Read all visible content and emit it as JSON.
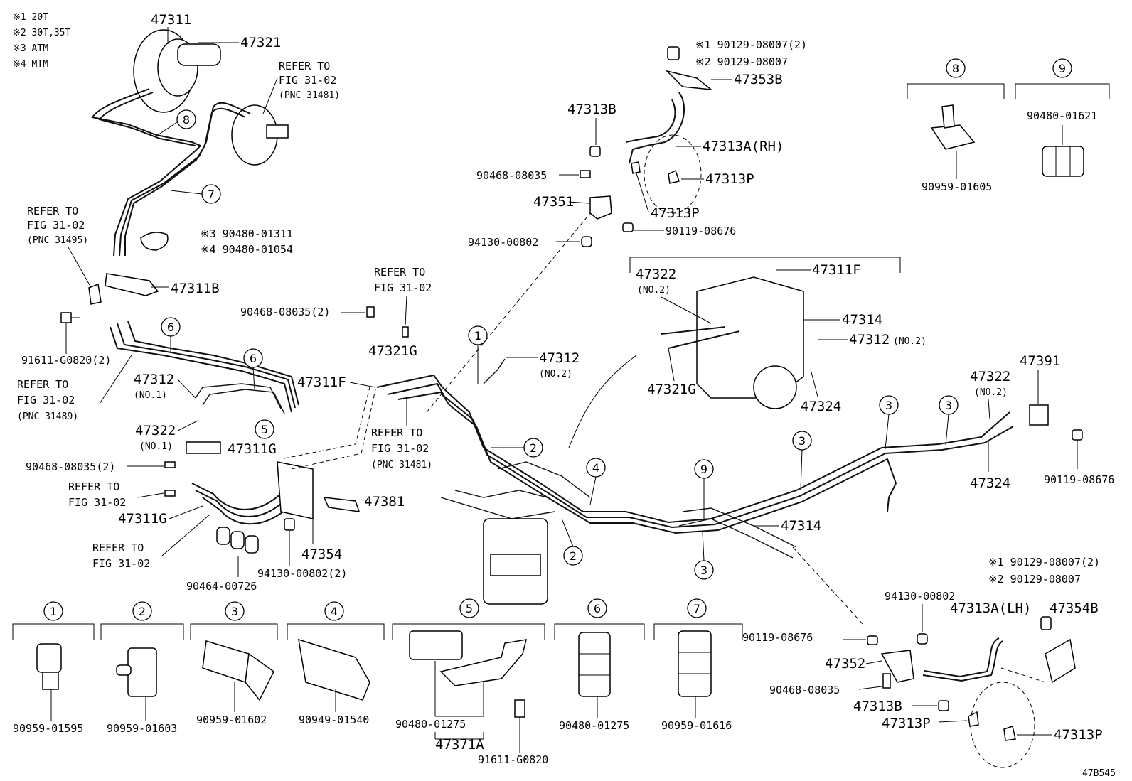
{
  "notes": [
    "※1 20T",
    "※2 30T,35T",
    "※3 ATM",
    "※4 MTM"
  ],
  "refer": {
    "top": [
      "REFER TO",
      "FIG 31-02",
      "(PNC 31481)"
    ],
    "left1": [
      "REFER TO",
      "FIG 31-02",
      "(PNC 31495)"
    ],
    "mid": [
      "REFER TO",
      "FIG 31-02"
    ],
    "left2": [
      "REFER TO",
      "FIG 31-02",
      "(PNC 31489)"
    ],
    "center": [
      "REFER TO",
      "FIG 31-02",
      "(PNC 31481)"
    ],
    "left3": [
      "REFER TO",
      "FIG 31-02"
    ],
    "left4": [
      "REFER TO",
      "FIG 31-02"
    ]
  },
  "labels": {
    "p47311": "47311",
    "p47321": "47321",
    "c8": "8",
    "c7": "7",
    "n90480_01311": "※3 90480-01311",
    "n90480_01054": "※4 90480-01054",
    "p47311B": "47311B",
    "p90468_2a": "90468-08035(2)",
    "p47321G_a": "47321G",
    "c6a": "6",
    "c6b": "6",
    "c5": "5",
    "p91611_2": "91611-G0820(2)",
    "p47312_no1": "47312",
    "no1a": "(NO.1)",
    "p47322_no1": "47322",
    "no1b": "(NO.1)",
    "p47311G_a": "47311G",
    "p47311G_b": "47311G",
    "p90468_2b": "90468-08035(2)",
    "p90464": "90464-00726",
    "p94130_2": "94130-00802(2)",
    "p47354": "47354",
    "p47381": "47381",
    "p47311F_a": "47311F",
    "c1": "1",
    "p47312_no2a": "47312",
    "no2a": "(NO.2)",
    "c2a": "2",
    "c2b": "2",
    "c4": "4",
    "c9": "9",
    "c3a": "3",
    "c3b": "3",
    "c3c": "3",
    "c3d": "3",
    "p47314_a": "47314",
    "n90129_a1": "※1 90129-08007(2)",
    "n90129_a2": "※2 90129-08007",
    "p47353B": "47353B",
    "p47313B_a": "47313B",
    "p47313A_RH": "47313A(RH)",
    "p90468_c": "90468-08035",
    "p47313P_a": "47313P",
    "p47351": "47351",
    "p47313P_b": "47313P",
    "p90119_a": "90119-08676",
    "p94130_a": "94130-00802",
    "p47322_no2a": "47322",
    "no2b": "(NO.2)",
    "p47311F_b": "47311F",
    "p47314_b": "47314",
    "p47312_no2b": "47312",
    "no2c": "(NO.2)",
    "p47321G_b": "47321G",
    "p47324_a": "47324",
    "p47322_no2b": "47322",
    "no2d": "(NO.2)",
    "p47391": "47391",
    "p47324_b": "47324",
    "p90119_b": "90119-08676",
    "c8b": "8",
    "c9b": "9",
    "p90480_01621": "90480-01621",
    "p90959_01605": "90959-01605",
    "n90129_b1": "※1 90129-08007(2)",
    "n90129_b2": "※2 90129-08007",
    "p94130_b": "94130-00802",
    "p47313A_LH": "47313A(LH)",
    "p47354B": "47354B",
    "p90119_c": "90119-08676",
    "p47352": "47352",
    "p90468_d": "90468-08035",
    "p47313B_b": "47313B",
    "p47313P_c": "47313P",
    "p47313P_d": "47313P",
    "diagram_code": "47B545"
  },
  "bottom_groups": [
    {
      "num": "1",
      "part": "90959-01595"
    },
    {
      "num": "2",
      "part": "90959-01603"
    },
    {
      "num": "3",
      "part": "90959-01602"
    },
    {
      "num": "4",
      "part": "90949-01540"
    },
    {
      "num": "5",
      "part": "90480-01275",
      "part2": "47371A",
      "part3": "91611-G0820"
    },
    {
      "num": "6",
      "part": "90480-01275"
    },
    {
      "num": "7",
      "part": "90959-01616"
    }
  ]
}
